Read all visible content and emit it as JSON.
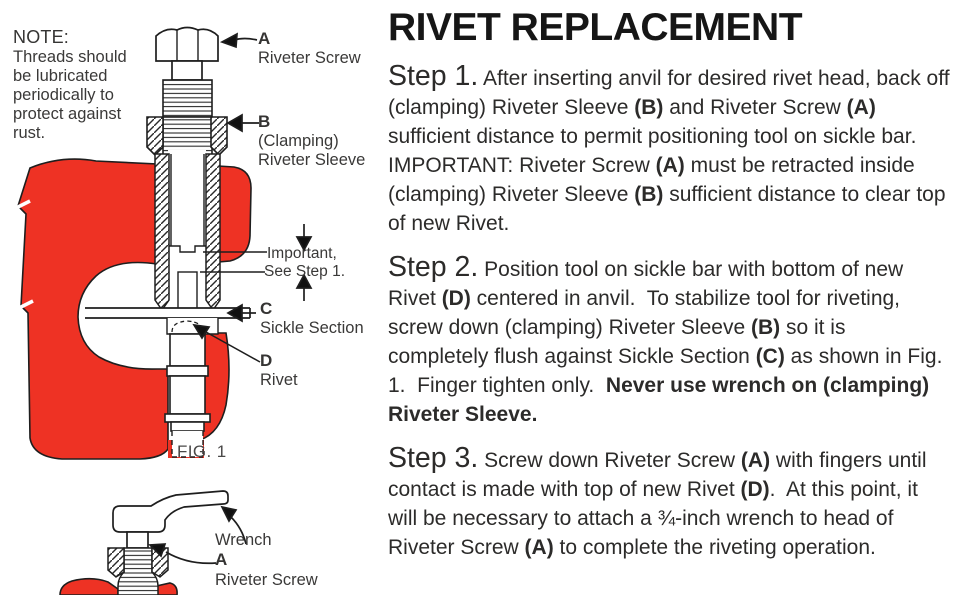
{
  "title": "RIVET REPLACEMENT",
  "note": {
    "heading": "NOTE:",
    "body": "Threads should be lubricated periodically to protect against rust."
  },
  "fig1": {
    "labels": {
      "a_letter": "A",
      "a_name": "Riveter Screw",
      "b_letter": "B",
      "b_name_1": "(Clamping)",
      "b_name_2": "Riveter Sleeve",
      "important_1": "Important,",
      "important_2": "See Step 1.",
      "c_letter": "C",
      "c_name": "Sickle Section",
      "d_letter": "D",
      "d_name": "Rivet",
      "caption": "FIG. 1"
    }
  },
  "fig2": {
    "labels": {
      "wrench": "Wrench",
      "a_letter": "A",
      "a_name": "Riveter Screw"
    }
  },
  "steps": [
    {
      "label": "Step 1.",
      "runs": [
        {
          "t": " After inserting anvil for desired rivet head, back off (clamping) Riveter Sleeve "
        },
        {
          "t": "(B)",
          "b": true
        },
        {
          "t": " and Riveter Screw "
        },
        {
          "t": "(A)",
          "b": true
        },
        {
          "t": " sufficient distance to permit positioning tool on sickle bar.  IMPORTANT: Riveter Screw "
        },
        {
          "t": "(A)",
          "b": true
        },
        {
          "t": " must be retracted inside (clamping) Riveter Sleeve "
        },
        {
          "t": "(B)",
          "b": true
        },
        {
          "t": " sufficient distance to clear top of new Rivet."
        }
      ]
    },
    {
      "label": "Step 2.",
      "runs": [
        {
          "t": " Position tool on sickle bar with bottom of new Rivet "
        },
        {
          "t": "(D)",
          "b": true
        },
        {
          "t": " centered in anvil.  To stabilize tool for riveting, screw down (clamping) Riveter Sleeve "
        },
        {
          "t": "(B)",
          "b": true
        },
        {
          "t": " so it is completely flush against Sickle Section "
        },
        {
          "t": "(C)",
          "b": true
        },
        {
          "t": " as shown in Fig. 1.  Finger tighten only.  "
        },
        {
          "t": "Never use wrench on (clamping) Riveter Sleeve.",
          "b": true
        }
      ]
    },
    {
      "label": "Step 3.",
      "runs": [
        {
          "t": " Screw down Riveter Screw "
        },
        {
          "t": "(A)",
          "b": true
        },
        {
          "t": " with fingers until contact is made with top of new Rivet "
        },
        {
          "t": "(D)",
          "b": true
        },
        {
          "t": ".  At this point, it will be necessary to attach a ¾-inch wrench to head of Riveter Screw "
        },
        {
          "t": "(A)",
          "b": true
        },
        {
          "t": " to complete the riveting operation."
        }
      ]
    }
  ],
  "colors": {
    "tool_red": "#ee3224",
    "line_ink": "#1e1e1e",
    "text_ink": "#2c2b2a"
  }
}
